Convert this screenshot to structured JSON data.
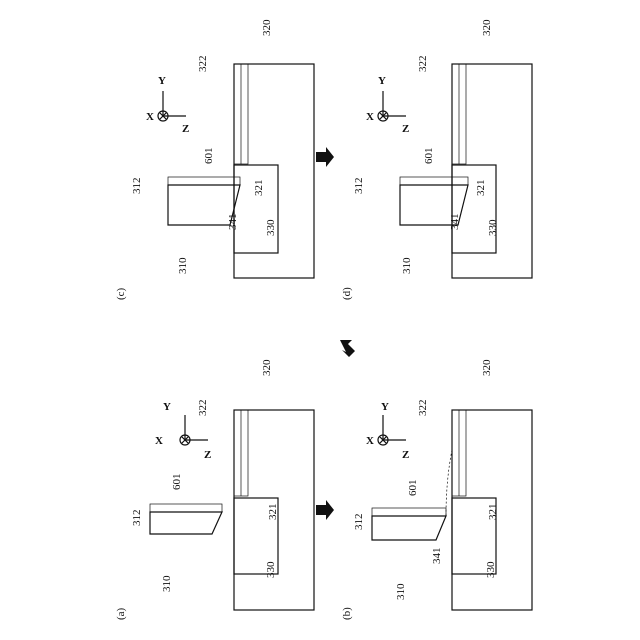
{
  "panels": [
    {
      "id": "a",
      "caption": "(a)",
      "labels": {
        "n310": "310",
        "n312": "312",
        "n601": "601",
        "n320": "320",
        "n322": "322",
        "n321": "321",
        "n330": "330"
      },
      "axis": {
        "x": "X",
        "y": "Y",
        "z": "Z"
      }
    },
    {
      "id": "b",
      "caption": "(b)",
      "labels": {
        "n310": "310",
        "n312": "312",
        "n601": "601",
        "n341": "341",
        "n320": "320",
        "n322": "322",
        "n321": "321",
        "n330": "330"
      },
      "axis": {
        "x": "X",
        "y": "Y",
        "z": "Z"
      }
    },
    {
      "id": "c",
      "caption": "(c)",
      "labels": {
        "n310": "310",
        "n312": "312",
        "n601": "601",
        "n341": "341",
        "n320": "320",
        "n322": "322",
        "n321": "321",
        "n330": "330"
      },
      "axis": {
        "x": "X",
        "y": "Y",
        "z": "Z"
      }
    },
    {
      "id": "d",
      "caption": "(d)",
      "labels": {
        "n310": "310",
        "n312": "312",
        "n601": "601",
        "n341": "341",
        "n320": "320",
        "n322": "322",
        "n321": "321",
        "n330": "330"
      },
      "axis": {
        "x": "X",
        "y": "Y",
        "z": "Z"
      }
    }
  ],
  "colors": {
    "ink": "#111111",
    "paper": "#ffffff"
  },
  "arrows": [
    "a-to-b",
    "b-to-c",
    "c-to-d"
  ]
}
